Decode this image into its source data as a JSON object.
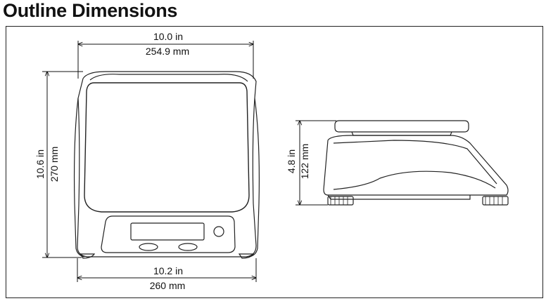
{
  "title": "Outline Dimensions",
  "top_view": {
    "width_top": {
      "imperial": "10.0 in",
      "metric": "254.9 mm"
    },
    "width_bottom": {
      "imperial": "10.2 in",
      "metric": "260 mm"
    },
    "depth": {
      "imperial": "10.6 in",
      "metric": "270 mm"
    }
  },
  "side_view": {
    "height": {
      "imperial": "4.8 in",
      "metric": "122 mm"
    }
  }
}
